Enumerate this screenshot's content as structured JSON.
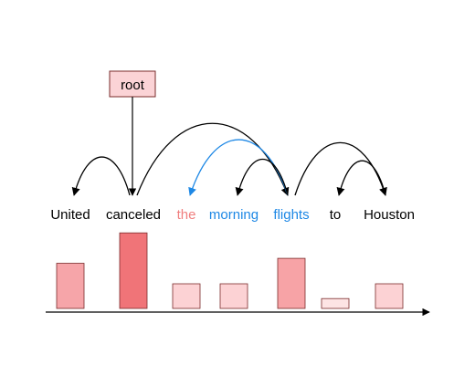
{
  "root": {
    "label": "root",
    "fill": "#fbd3d6",
    "stroke": "#7a2b2b"
  },
  "words": [
    {
      "text": "United",
      "color": "#000000"
    },
    {
      "text": "canceled",
      "color": "#000000"
    },
    {
      "text": "the",
      "color": "#f07f7f"
    },
    {
      "text": "morning",
      "color": "#1e88e5"
    },
    {
      "text": "flights",
      "color": "#1e88e5"
    },
    {
      "text": "to",
      "color": "#000000"
    },
    {
      "text": "Houston",
      "color": "#000000"
    }
  ],
  "arcs": [
    {
      "from": "canceled",
      "to": "United",
      "color": "#000000"
    },
    {
      "from": "canceled",
      "to": "flights",
      "color": "#000000"
    },
    {
      "from": "flights",
      "to": "the",
      "color": "#1e88e5"
    },
    {
      "from": "flights",
      "to": "morning",
      "color": "#000000"
    },
    {
      "from": "flights",
      "to": "Houston",
      "color": "#000000"
    },
    {
      "from": "Houston",
      "to": "to",
      "color": "#000000"
    }
  ],
  "root_attaches_to": "canceled",
  "chart_data": {
    "type": "bar",
    "categories": [
      "United",
      "canceled",
      "the",
      "morning",
      "flights",
      "to",
      "Houston"
    ],
    "values": [
      0.55,
      0.92,
      0.3,
      0.3,
      0.61,
      0.12,
      0.3
    ],
    "colors": [
      "#f6a5a9",
      "#f07478",
      "#fcd2d4",
      "#fcd2d4",
      "#f7a3a6",
      "#fde4e4",
      "#fcd2d4"
    ],
    "bar_stroke": "#7a2b2b",
    "axis_color": "#000000"
  }
}
